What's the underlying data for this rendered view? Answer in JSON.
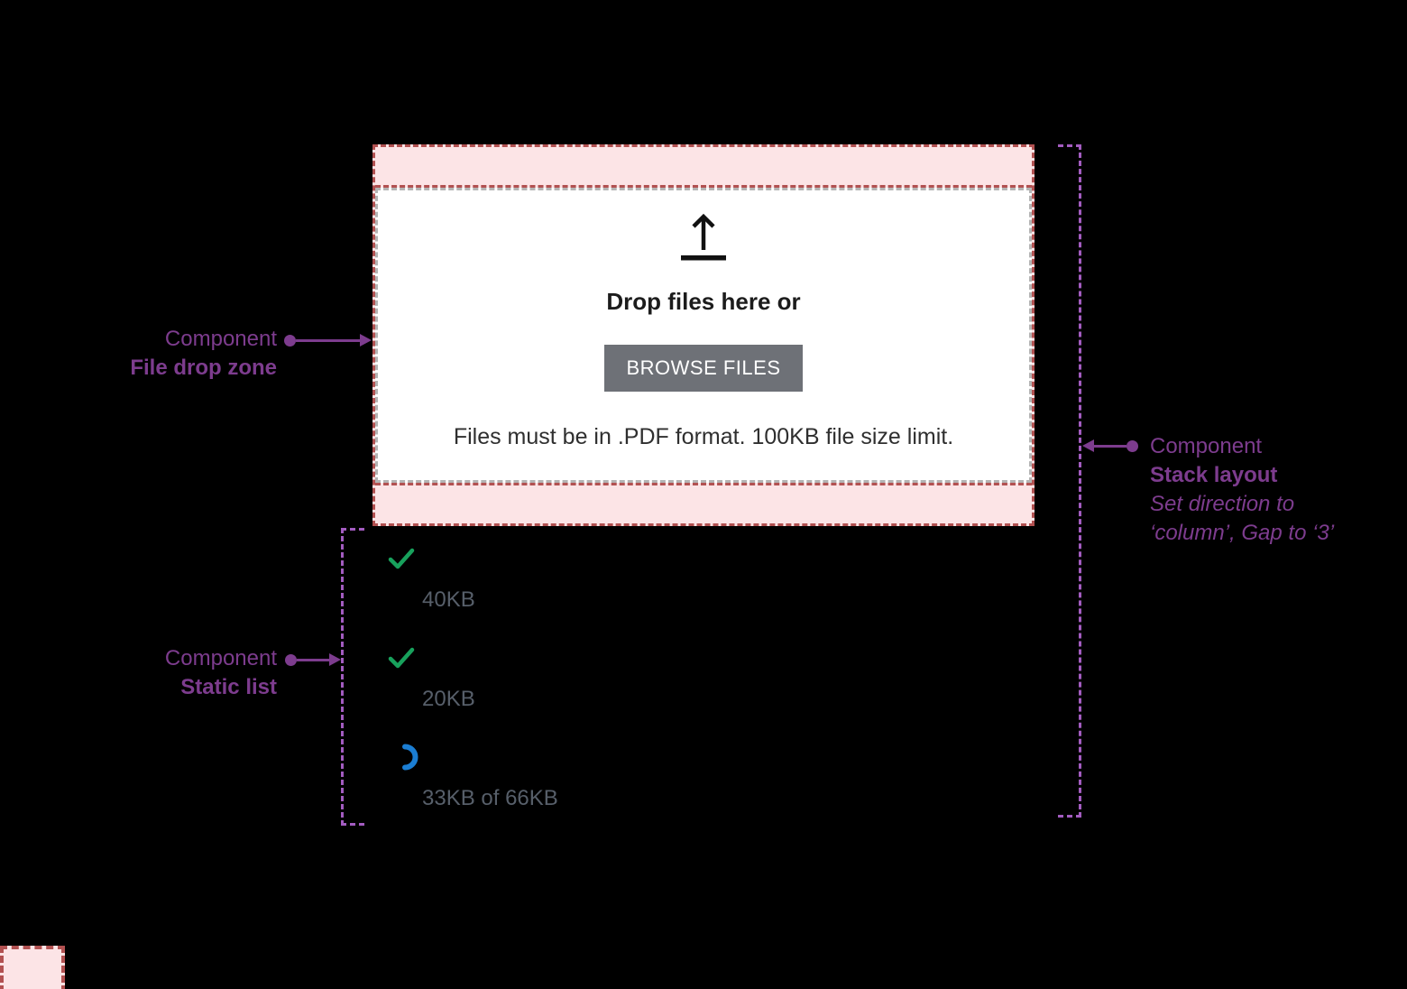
{
  "annotations": {
    "file_drop_zone": {
      "eyebrow": "Component",
      "title": "File drop zone"
    },
    "static_list": {
      "eyebrow": "Component",
      "title": "Static list"
    },
    "stack_layout": {
      "eyebrow": "Component",
      "title": "Stack layout",
      "note_line1": "Set direction to",
      "note_line2": "‘column’, Gap to ‘3’"
    }
  },
  "drop_zone": {
    "icon": "upload-arrow-icon",
    "title": "Drop files here or",
    "button_label": "BROWSE FILES",
    "helper_text": "Files must be in .PDF format. 100KB file size limit."
  },
  "static_list": {
    "items": [
      {
        "icon": "check-icon",
        "label": "40KB"
      },
      {
        "icon": "check-icon",
        "label": "20KB"
      },
      {
        "icon": "spinner-icon",
        "label": "33KB of 66KB"
      }
    ]
  },
  "colors": {
    "background": "#000000",
    "annotation_purple": "#7d3c8e",
    "guide_purple": "#a35cc0",
    "padding_pink": "#fce4e6",
    "padding_border_red": "#b25151",
    "dropzone_border_gray": "#b4b4b4",
    "button_gray": "#6e7177",
    "success_green": "#18a15c",
    "progress_blue": "#1b7ed3",
    "label_gray": "#575f6a"
  }
}
